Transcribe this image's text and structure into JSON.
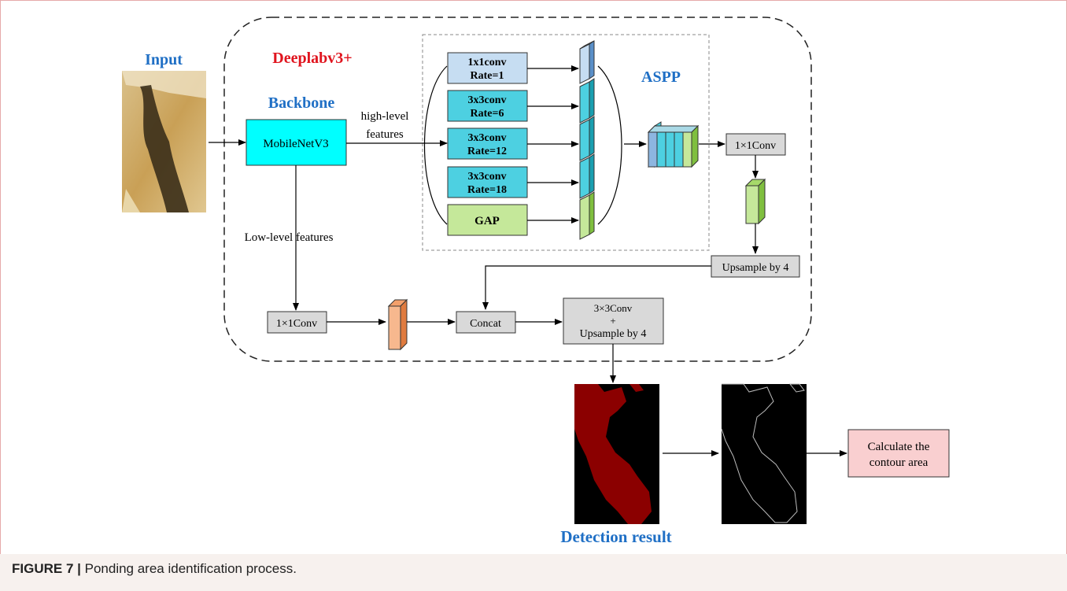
{
  "labels": {
    "input": "Input",
    "deeplab": "Deeplabv3+",
    "backbone": "Backbone",
    "aspp": "ASPP",
    "mobilenet": "MobileNetV3",
    "high_level_1": "high-level",
    "high_level_2": "features",
    "low_level": "Low-level features",
    "conv1_a": "1x1conv",
    "conv1_b": "Rate=1",
    "conv6_a": "3x3conv",
    "conv6_b": "Rate=6",
    "conv12_a": "3x3conv",
    "conv12_b": "Rate=12",
    "conv18_a": "3x3conv",
    "conv18_b": "Rate=18",
    "gap": "GAP",
    "conv_1x1_right": "1×1Conv",
    "upsample_right": "Upsample by 4",
    "conv_1x1_low": "1×1Conv",
    "concat": "Concat",
    "final_1": "3×3Conv",
    "final_2": "+",
    "final_3": "Upsample by 4",
    "detection": "Detection result",
    "calc_1": "Calculate the",
    "calc_2": "contour area"
  },
  "caption": {
    "prefix": "FIGURE 7 |",
    "text": " Ponding area identification process."
  },
  "colors": {
    "title_blue": "#1f6fc5",
    "title_red": "#e0141e",
    "cyan": "#00ffff",
    "teal": "#4dd0e1",
    "light_blue": "#c6ddf2",
    "light_green": "#c5e89a",
    "gray_box": "#d9d9d9",
    "pink": "#f9cfd0",
    "salmon": "#f7b88e",
    "dark_red": "#8b0000"
  }
}
